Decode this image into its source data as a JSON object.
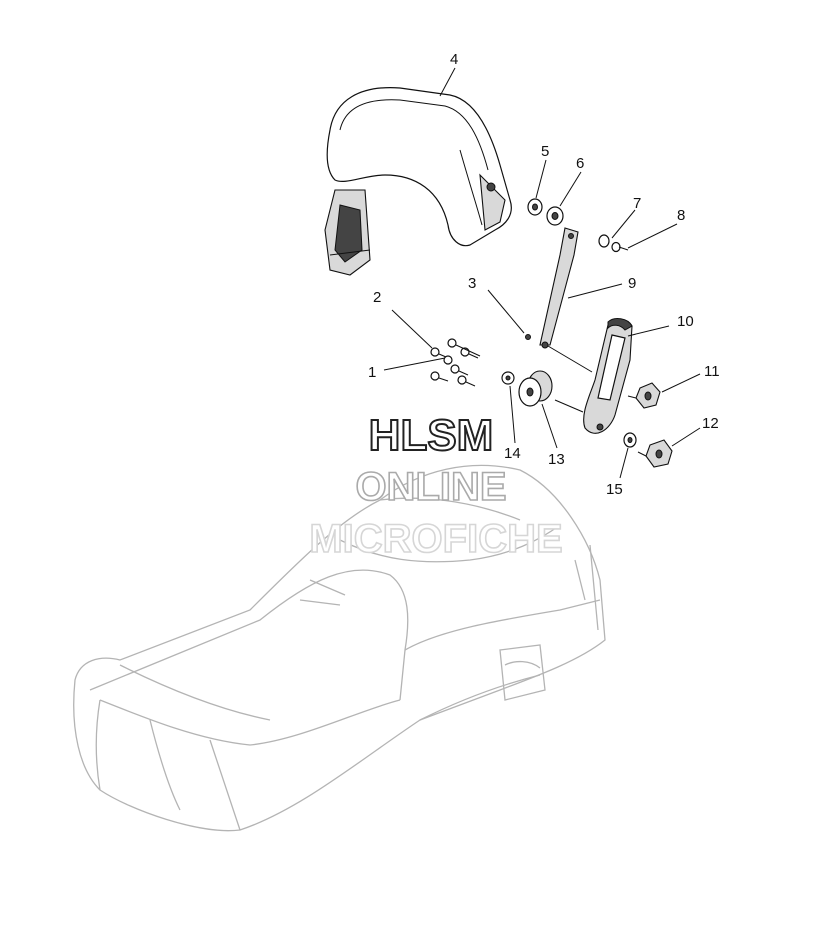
{
  "watermark": {
    "line1": "HLSM",
    "line2": "ONLINE",
    "line3": "MICROFICHE"
  },
  "callouts": {
    "c1": "1",
    "c2": "2",
    "c3": "3",
    "c4": "4",
    "c5": "5",
    "c6": "6",
    "c7": "7",
    "c8": "8",
    "c9": "9",
    "c10": "10",
    "c11": "11",
    "c12": "12",
    "c13": "13",
    "c14": "14",
    "c15": "15"
  }
}
